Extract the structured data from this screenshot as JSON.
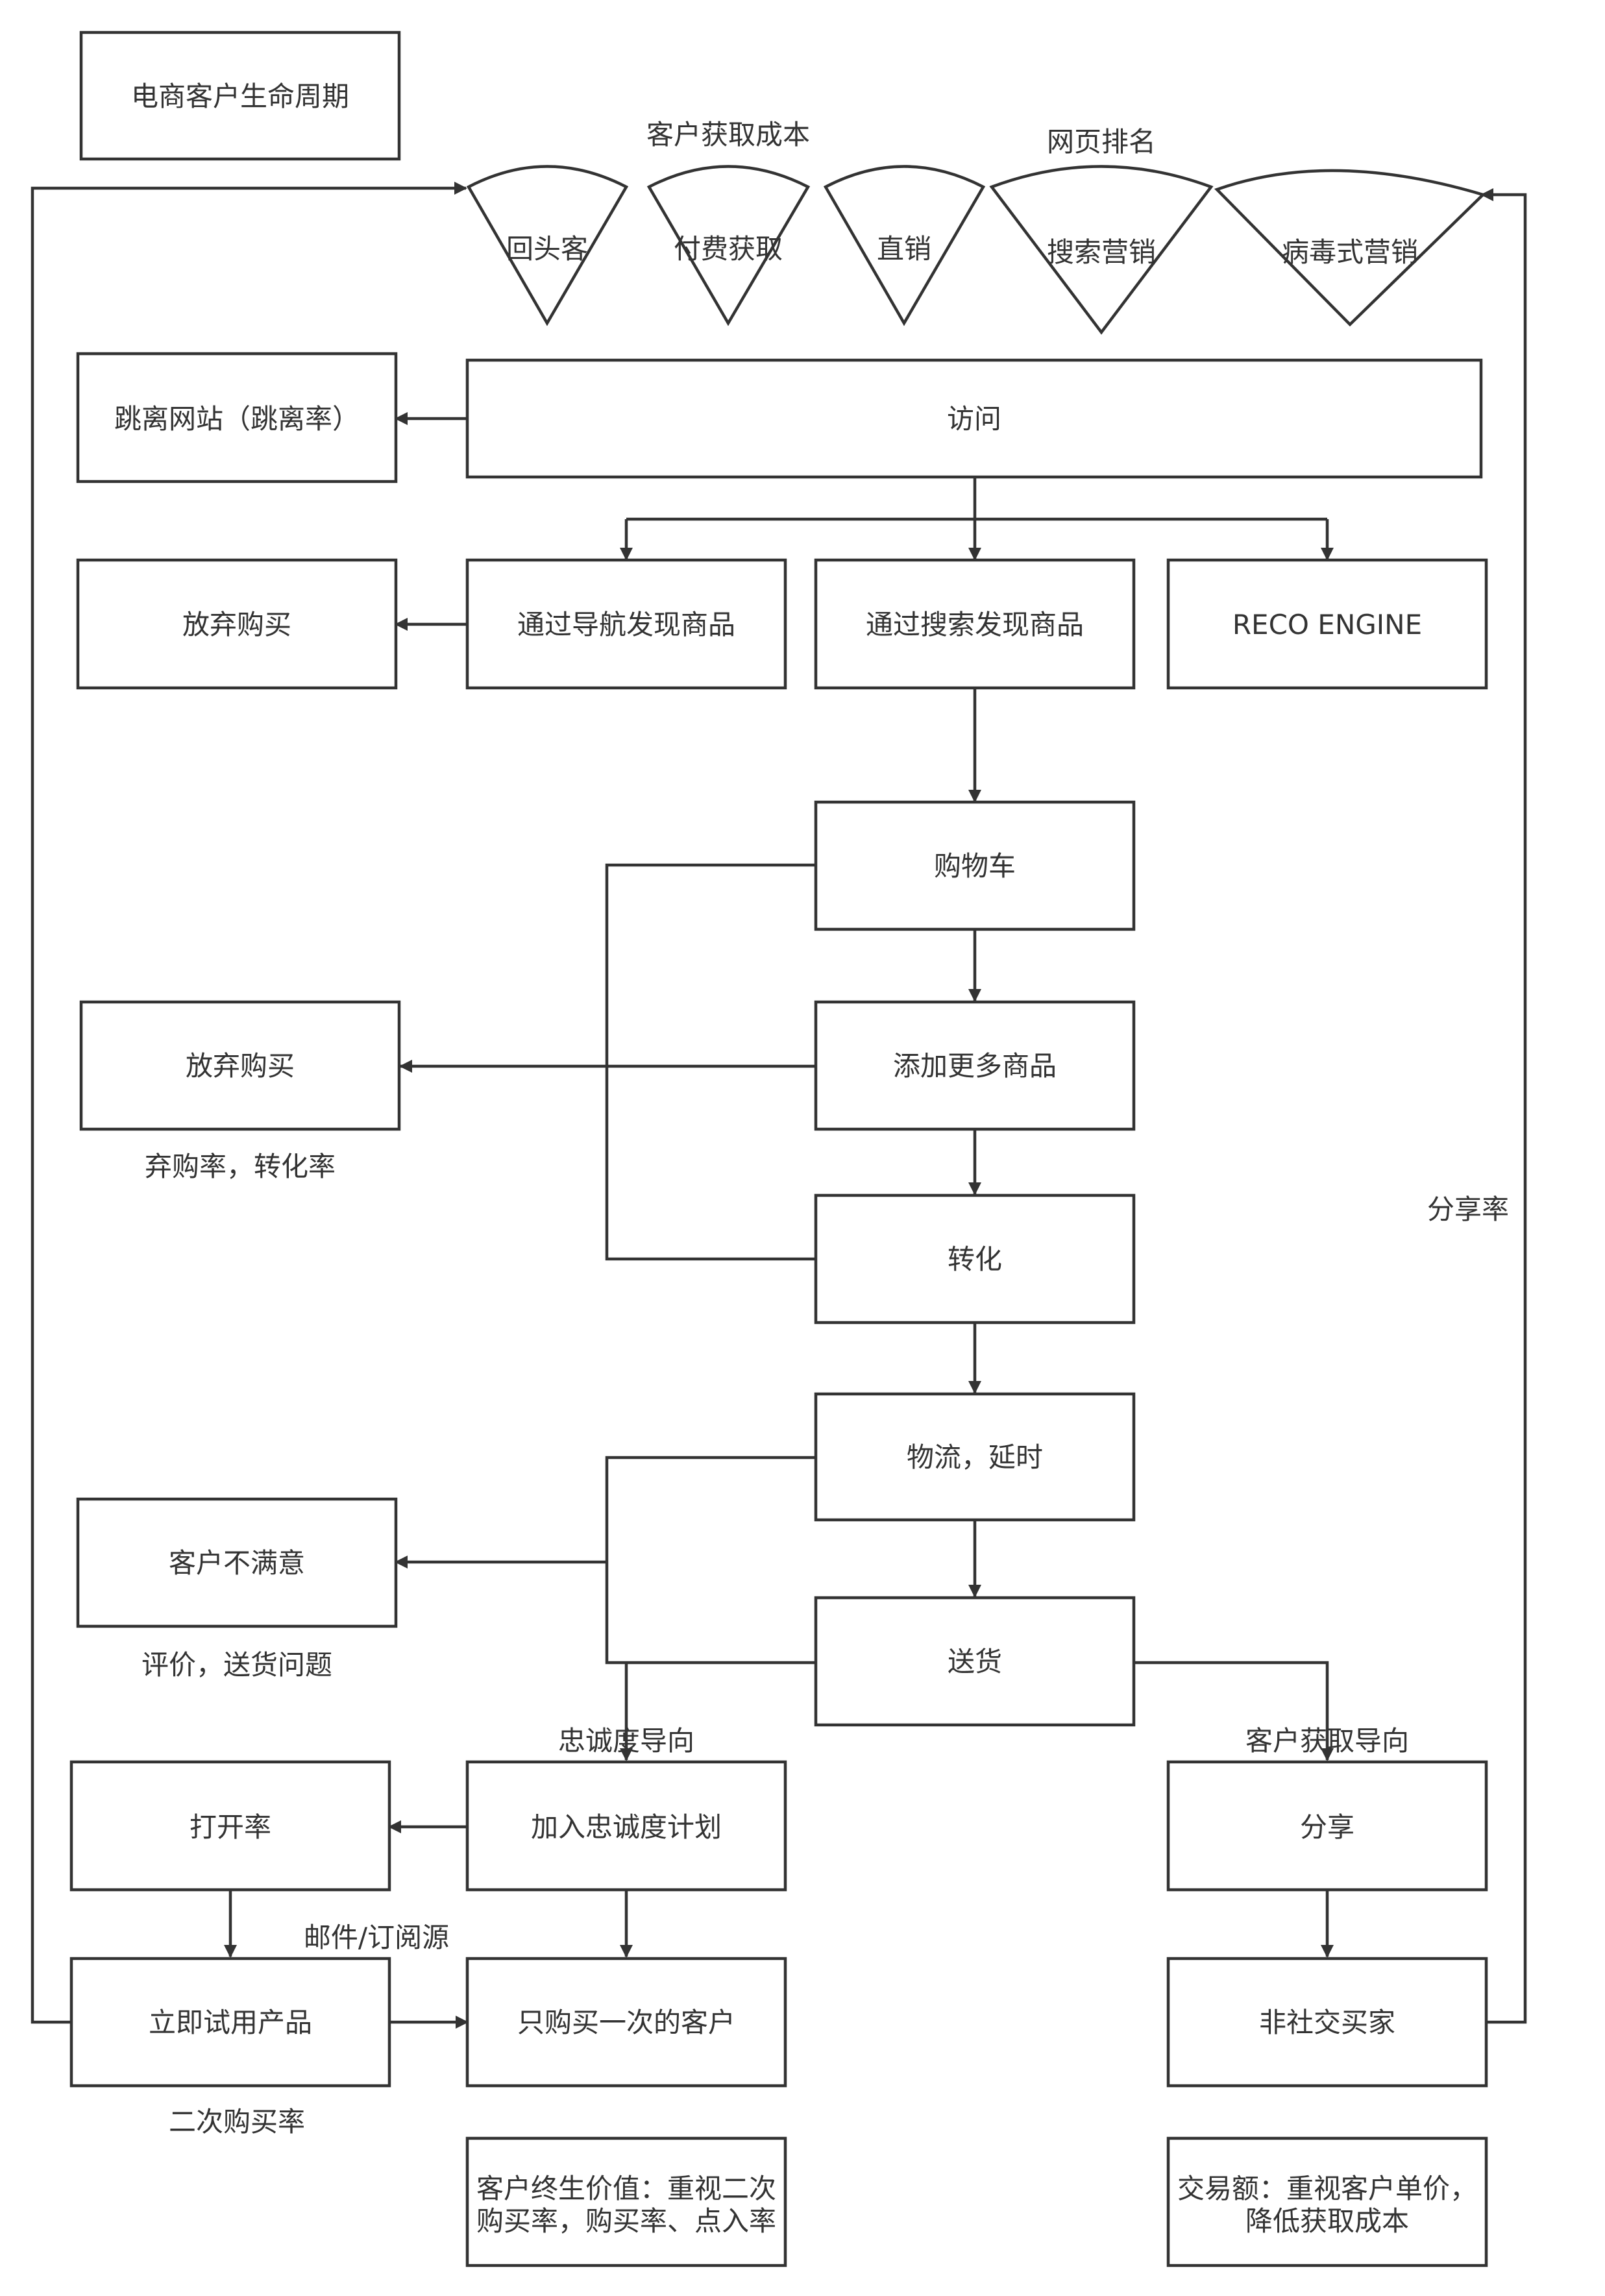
{
  "title": "电商客户生命周期",
  "labels": {
    "acquisition_cost": "客户获取成本",
    "page_rank": "网页排名",
    "bounce_rate_note": "弃购率，转化率",
    "review_note": "评价，送货问题",
    "loyalty_oriented": "忠诚度导向",
    "acquisition_oriented": "客户获取导向",
    "email_source": "邮件/订阅源",
    "repurchase_rate": "二次购买率",
    "share_rate": "分享率"
  },
  "channels": {
    "returning": "回头客",
    "paid": "付费获取",
    "direct": "直销",
    "search": "搜索营销",
    "viral": "病毒式营销"
  },
  "boxes": {
    "visit": "访问",
    "bounce": "跳离网站（跳离率）",
    "abandon1": "放弃购买",
    "nav": "通过导航发现商品",
    "search": "通过搜索发现商品",
    "reco": "RECO ENGINE",
    "cart": "购物车",
    "add_more": "添加更多商品",
    "abandon2": "放弃购买",
    "convert": "转化",
    "logistics": "物流，延时",
    "delivery": "送货",
    "unsatisfied": "客户不满意",
    "loyalty_plan": "加入忠诚度计划",
    "open_rate": "打开率",
    "share": "分享",
    "try_now": "立即试用产品",
    "one_time": "只购买一次的客户",
    "non_social": "非社交买家",
    "clv_line1": "客户终生价值：重视二次",
    "clv_line2": "购买率，购买率、点入率",
    "gmv_line1": "交易额：重视客户单价，",
    "gmv_line2": "降低获取成本"
  }
}
